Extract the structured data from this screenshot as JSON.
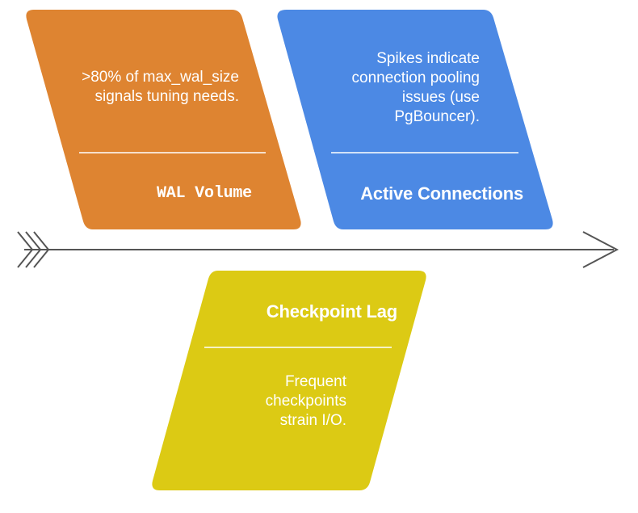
{
  "colors": {
    "orange": "#DE8431",
    "blue": "#4C89E4",
    "yellow": "#DCCA14",
    "spine": "#555555",
    "text": "#FFFFFF"
  },
  "nodes": [
    {
      "id": "wal-volume",
      "title": "WAL Volume",
      "description": [
        ">80% of max_wal_size",
        "signals tuning needs."
      ]
    },
    {
      "id": "active-connections",
      "title": "Active Connections",
      "description": [
        "Spikes indicate",
        "connection pooling",
        "issues (use",
        "PgBouncer)."
      ]
    },
    {
      "id": "checkpoint-lag",
      "title": "Checkpoint Lag",
      "description": [
        "Frequent",
        "checkpoints",
        "strain I/O."
      ]
    }
  ]
}
